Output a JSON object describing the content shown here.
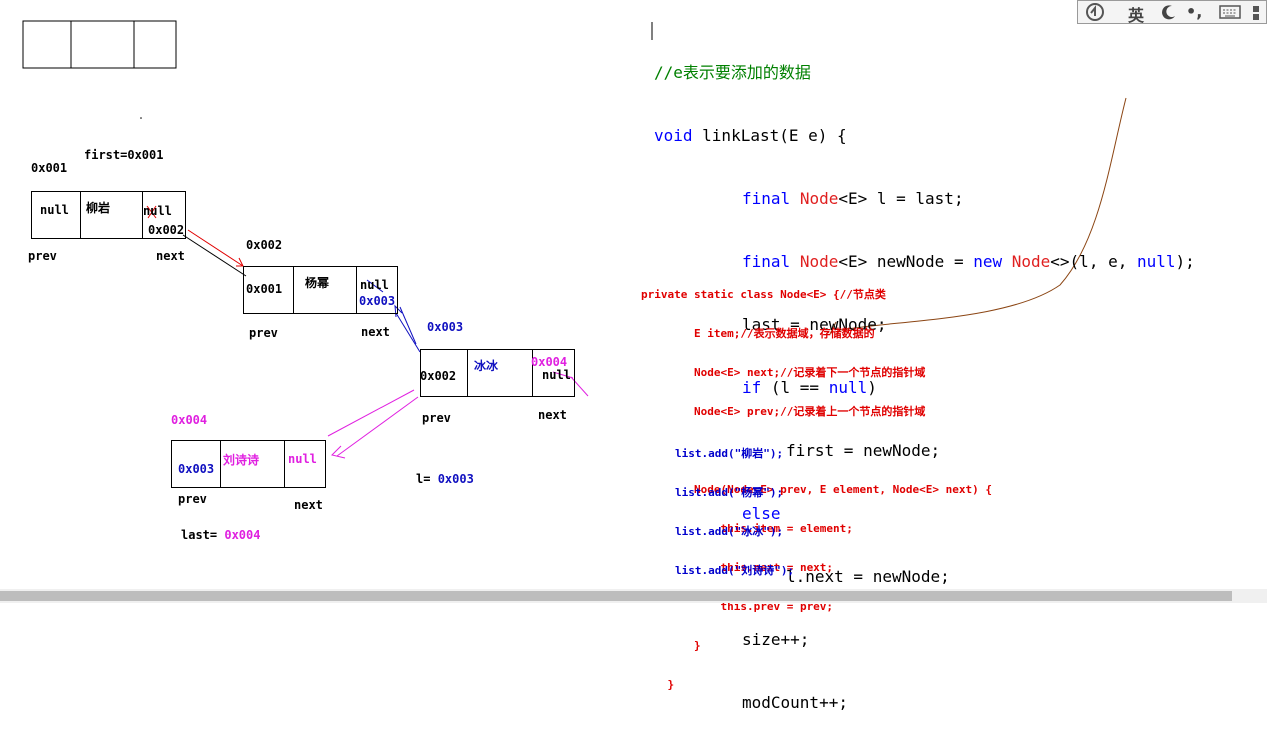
{
  "toolbar": {
    "logo_icon": "ime-logo-icon",
    "lang_label": "英",
    "moon_icon": "moon-icon",
    "punct_label": "•,",
    "keyboard_icon": "keyboard-icon",
    "more_icon": "more-icon"
  },
  "labels": {
    "first": "first=0x001",
    "addr1": "0x001",
    "addr2": "0x002",
    "addr3": "0x003",
    "addr4": "0x004",
    "l_prefix": "l= ",
    "l_value": "0x003",
    "last_prefix": "last= ",
    "last_value": "0x004",
    "prev": "prev",
    "next": "next"
  },
  "nodes": [
    {
      "prev": "null",
      "item": "柳岩",
      "next_old": "null",
      "next_new": "0x002"
    },
    {
      "prev": "0x001",
      "item": "杨幂",
      "next_old": "null",
      "next_new": "0x003"
    },
    {
      "prev": "0x002",
      "item": "冰冰",
      "next_old": "0x004",
      "next_new": "null"
    },
    {
      "prev": "0x003",
      "item": "刘诗诗",
      "next": "null"
    }
  ],
  "code": {
    "comment": "//e表示要添加的数据",
    "lines": {
      "sig_kw": "void",
      "sig_rest": " linkLast(E e) {",
      "l2_kw": "final",
      "l2_ty": "Node",
      "l2_rest": "<E> l = last;",
      "l3_kw": "final",
      "l3_ty": "Node",
      "l3_mid": "<E> newNode = ",
      "l3_kw2": "new",
      "l3_ty2": "Node",
      "l3_rest": "<>(l, e, ",
      "l3_kw3": "null",
      "l3_end": ");",
      "l4": "last = newNode;",
      "l5_kw": "if",
      "l5_mid": " (l == ",
      "l5_kw2": "null",
      "l5_end": ")",
      "l6": "first = newNode;",
      "l7_kw": "else",
      "l8": "l.next = newNode;",
      "l9": "size++;",
      "l10": "modCount++;"
    }
  },
  "node_class": [
    "private static class Node<E> {//节点类",
    "        E item;//表示数据域，存储数据的",
    "        Node<E> next;//记录着下一个节点的指针域",
    "        Node<E> prev;//记录着上一个节点的指针域",
    "",
    "        Node(Node<E> prev, E element, Node<E> next) {",
    "            this.item = element;",
    "            this.next = next;",
    "            this.prev = prev;",
    "        }",
    "    }"
  ],
  "adds": [
    "list.add(\"柳岩\");",
    "list.add(\"杨幂\");",
    "list.add(\"冰冰\");",
    "list.add(\"刘诗诗\");"
  ],
  "colors": {
    "link_old": "#000000",
    "link_red": "#e00000",
    "link_blue": "#1010c0",
    "link_magenta": "#e020e0",
    "curve": "#8b4513"
  }
}
